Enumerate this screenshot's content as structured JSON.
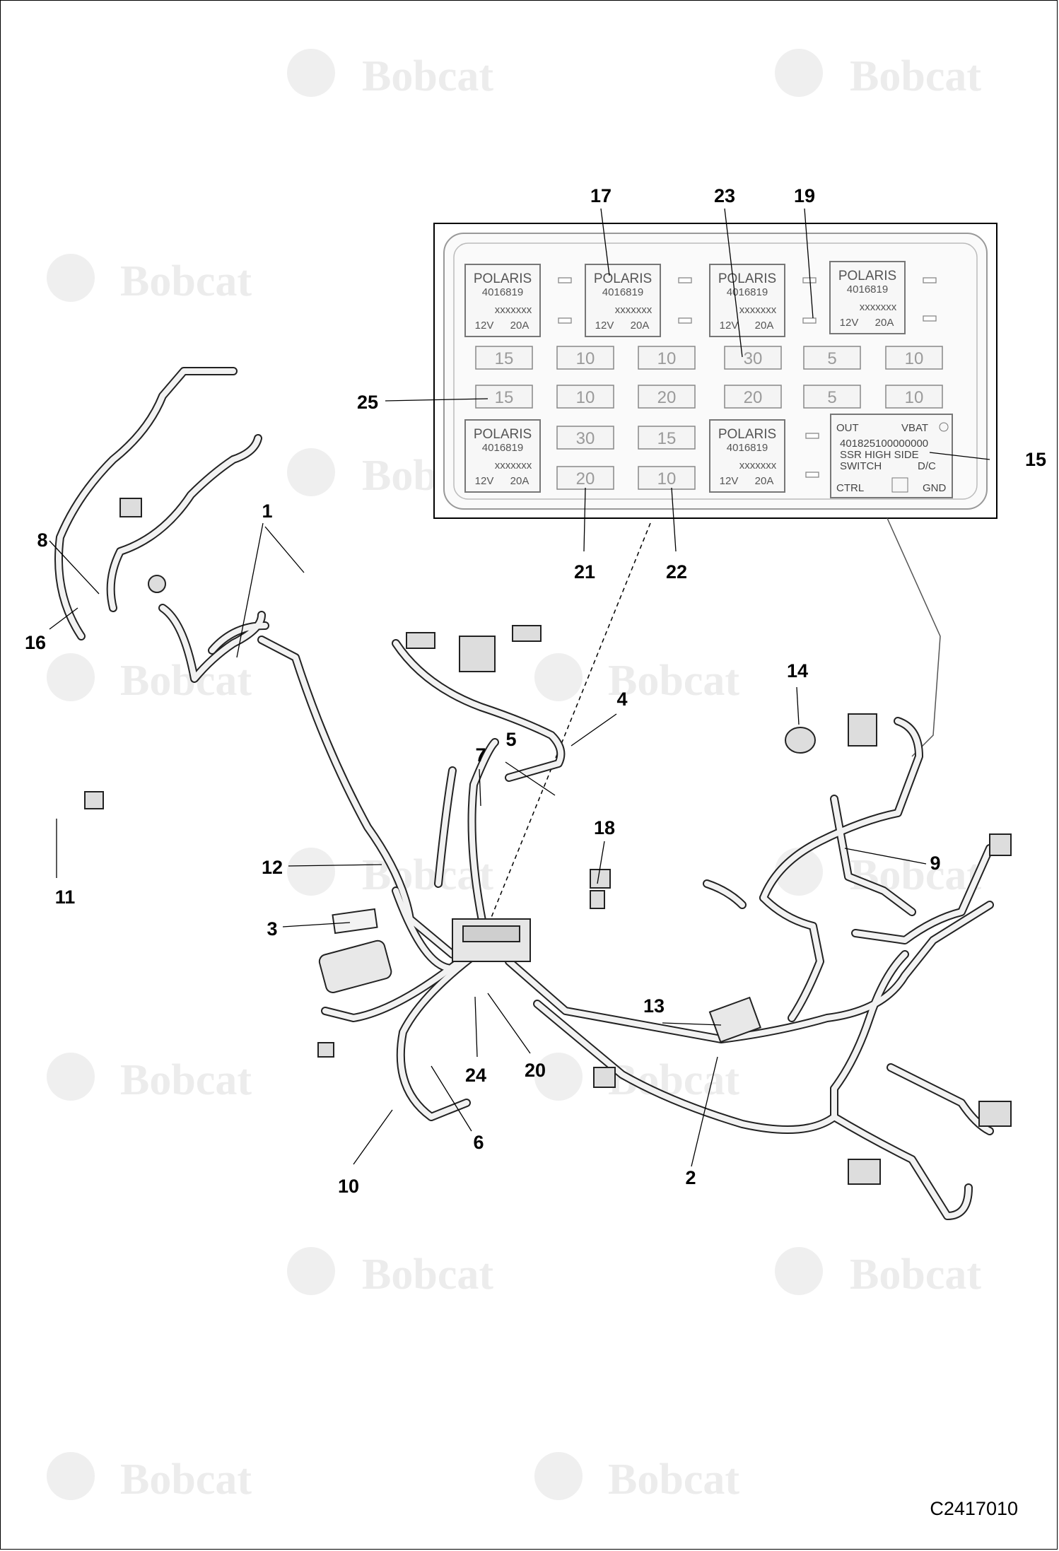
{
  "figure_id": "C2417010",
  "watermark": "Bobcat",
  "relay": {
    "brand": "POLARIS",
    "part": "4016819",
    "code": "xxxxxxx",
    "volts": "12V",
    "amps": "20A"
  },
  "fuse_ratings": [
    "15",
    "10",
    "10",
    "30",
    "5",
    "10",
    "15",
    "10",
    "20",
    "20",
    "5",
    "10",
    "30",
    "15",
    "20",
    "10"
  ],
  "ssr": {
    "out": "OUT",
    "vbat": "VBAT",
    "part": "401825100000000",
    "line1": "SSR HIGH SIDE",
    "line2": "SWITCH",
    "dc": "D/C",
    "ctrl": "CTRL",
    "gnd": "GND"
  },
  "callouts": [
    "1",
    "2",
    "3",
    "4",
    "5",
    "6",
    "7",
    "8",
    "9",
    "10",
    "11",
    "12",
    "13",
    "14",
    "15",
    "16",
    "17",
    "18",
    "19",
    "20",
    "21",
    "22",
    "23",
    "24",
    "25"
  ]
}
